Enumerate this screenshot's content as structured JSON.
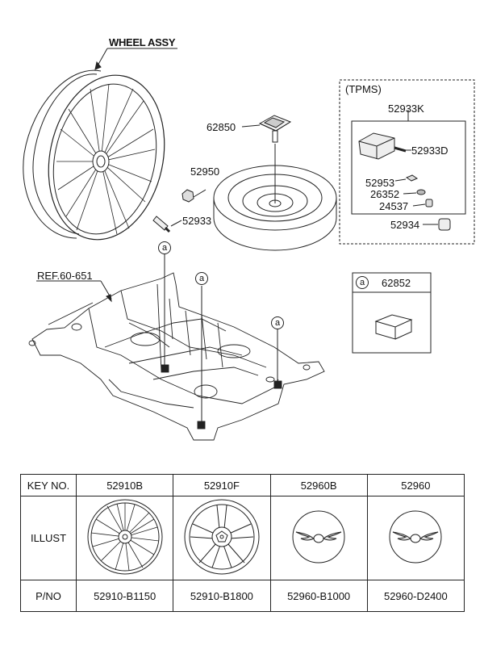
{
  "diagram": {
    "labels": {
      "wheel_assy": "WHEEL ASSY",
      "ref": "REF.60-651",
      "tpms_title": "(TPMS)",
      "p62850": "62850",
      "p52950": "52950",
      "p52933": "52933",
      "p52933K": "52933K",
      "p52933D": "52933D",
      "p52953": "52953",
      "p26352": "26352",
      "p24537": "24537",
      "p52934": "52934",
      "p62852": "62852",
      "callout": "a"
    }
  },
  "parts_table": {
    "row_headers": {
      "key": "KEY NO.",
      "illust": "ILLUST",
      "pno": "P/NO"
    },
    "columns": [
      {
        "key_no": "52910B",
        "pno": "52910-B1150",
        "illust_icon": "multi-spoke-wheel-icon"
      },
      {
        "key_no": "52910F",
        "pno": "52910-B1800",
        "illust_icon": "split-spoke-wheel-icon"
      },
      {
        "key_no": "52960B",
        "pno": "52960-B1000",
        "illust_icon": "winged-emblem-cap-icon"
      },
      {
        "key_no": "52960",
        "pno": "52960-D2400",
        "illust_icon": "winged-emblem-cap-icon"
      }
    ]
  }
}
